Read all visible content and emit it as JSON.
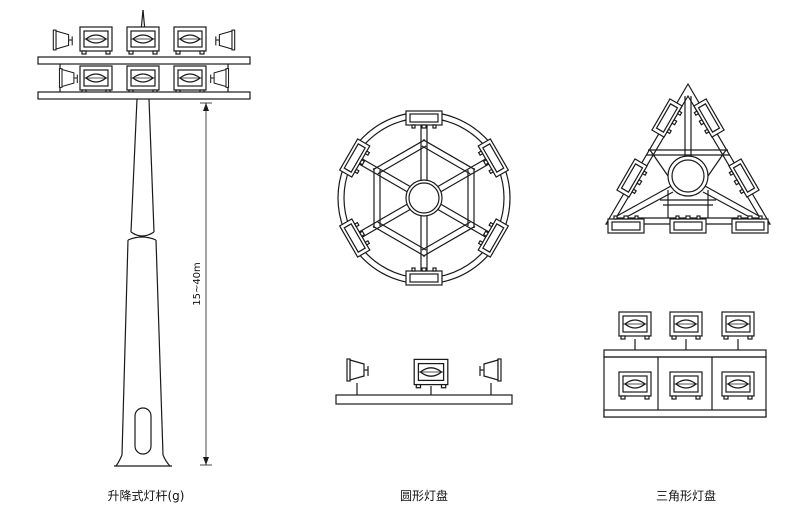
{
  "captions": {
    "pole": "升降式灯杆(g)",
    "round": "圆形灯盘",
    "triangle": "三角形灯盘"
  },
  "dimension": {
    "height": "15~40m"
  },
  "colors": {
    "line": "#1a1a1a",
    "background": "#ffffff"
  }
}
